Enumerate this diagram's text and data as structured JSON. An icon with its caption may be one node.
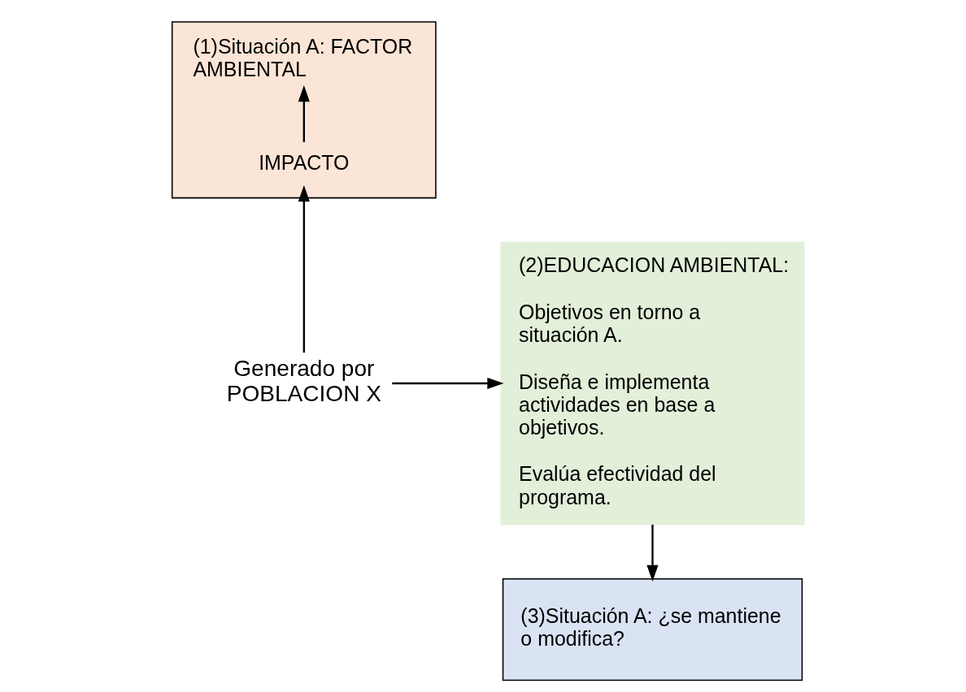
{
  "diagram": {
    "nodes": [
      {
        "text": [],
        "shape": "box"
      },
      {
        "text": [
          "(1)Situación A: FACTOR AMBIENTAL"
        ],
        "in": 0
      },
      {
        "text": [
          "IMPACTO"
        ],
        "in": 0
      },
      {
        "text": [
          "Generado por POBLACION X"
        ]
      },
      {
        "text": [
          "(2)EDUCACION AMBIENTAL:",
          "Objetivos en torno a situación A.",
          "Diseña e implementa actividades en base a objetivos.",
          "Evalúa efectividad del programa."
        ]
      },
      {
        "text": [
          "(3)Situación A: ¿se mantiene o modifica?"
        ]
      }
    ],
    "edges": [
      {
        "from": 2,
        "to": 1,
        "arrow": "to"
      },
      {
        "from": 3,
        "to": 2,
        "arrow": "to"
      },
      {
        "from": 3,
        "to": 4,
        "arrow": "to"
      },
      {
        "from": 4,
        "to": 5,
        "arrow": "to"
      }
    ]
  }
}
